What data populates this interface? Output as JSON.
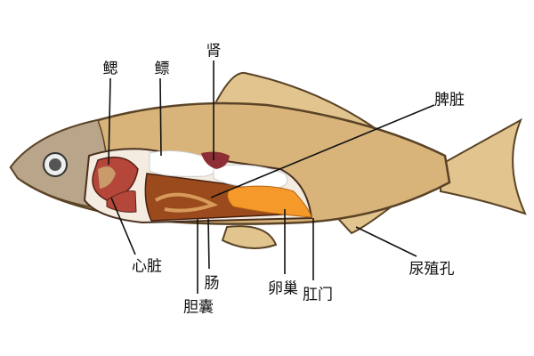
{
  "labels": {
    "gill": "鳃",
    "swim_bladder": "鳔",
    "kidney": "肾",
    "spleen": "脾脏",
    "heart": "心脏",
    "intestine": "肠",
    "gallbladder": "胆囊",
    "ovary": "卵巢",
    "anus": "肛门",
    "urogenital_pore": "尿殖孔"
  },
  "colors": {
    "body": "#d8b47a",
    "fin": "#e2c48e",
    "gill": "#b4463a",
    "swim_bladder": "#ffffff",
    "kidney": "#8c2e34",
    "intestine": "#9a4a1c",
    "ovary": "#f59a2a"
  }
}
